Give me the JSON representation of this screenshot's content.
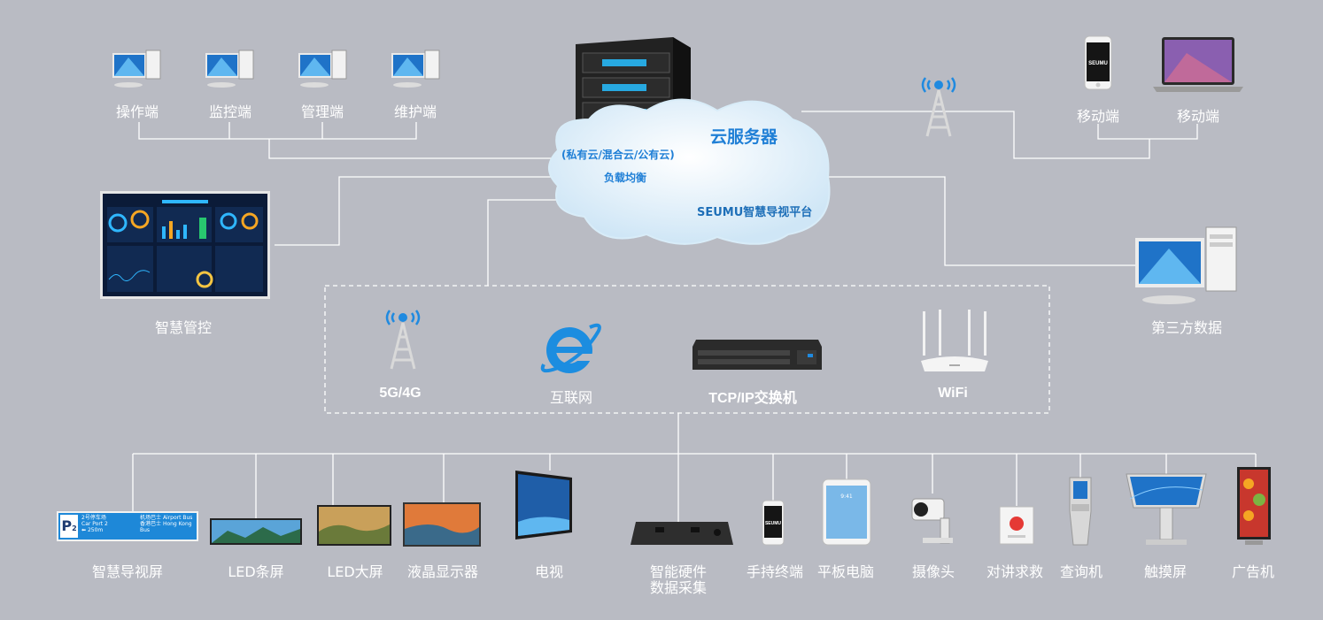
{
  "cloud": {
    "title": "云服务器",
    "cloud_types": "(私有云/混合云/公有云)",
    "load_balance": "负载均衡",
    "platform": "SEUMU智慧导视平台"
  },
  "top_terminals": [
    "操作端",
    "监控端",
    "管理端",
    "维护端"
  ],
  "smart_control": "智慧管控",
  "mobile": [
    "移动端",
    "移动端"
  ],
  "phone_brand": "SEUMU",
  "third_party": "第三方数据",
  "network": [
    "5G/4G",
    "互联网",
    "TCP/IP交换机",
    "WiFi"
  ],
  "devices": {
    "guide_screen": "智慧导视屏",
    "led_strip": "LED条屏",
    "led_big": "LED大屏",
    "lcd": "液晶显示器",
    "tv": "电视",
    "hardware_l1": "智能硬件",
    "hardware_l2": "数据采集",
    "handheld": "手持终端",
    "tablet": "平板电脑",
    "camera": "摄像头",
    "intercom": "对讲求救",
    "kiosk": "查询机",
    "touch": "触摸屏",
    "ad": "广告机"
  },
  "parking_sign": {
    "letter": "P",
    "sub": "2",
    "floor": "2号停车场",
    "floor_en": "Car Port 2",
    "distance": "250m",
    "bus1": "机场巴士",
    "bus1_en": "Airport Bus",
    "bus2": "香港巴士",
    "bus2_en": "Hong Kong Bus"
  },
  "tablet_time": "9:41",
  "colors": {
    "background": "#b9bbc3",
    "wire": "#ffffff",
    "accent": "#1f7fd6"
  }
}
